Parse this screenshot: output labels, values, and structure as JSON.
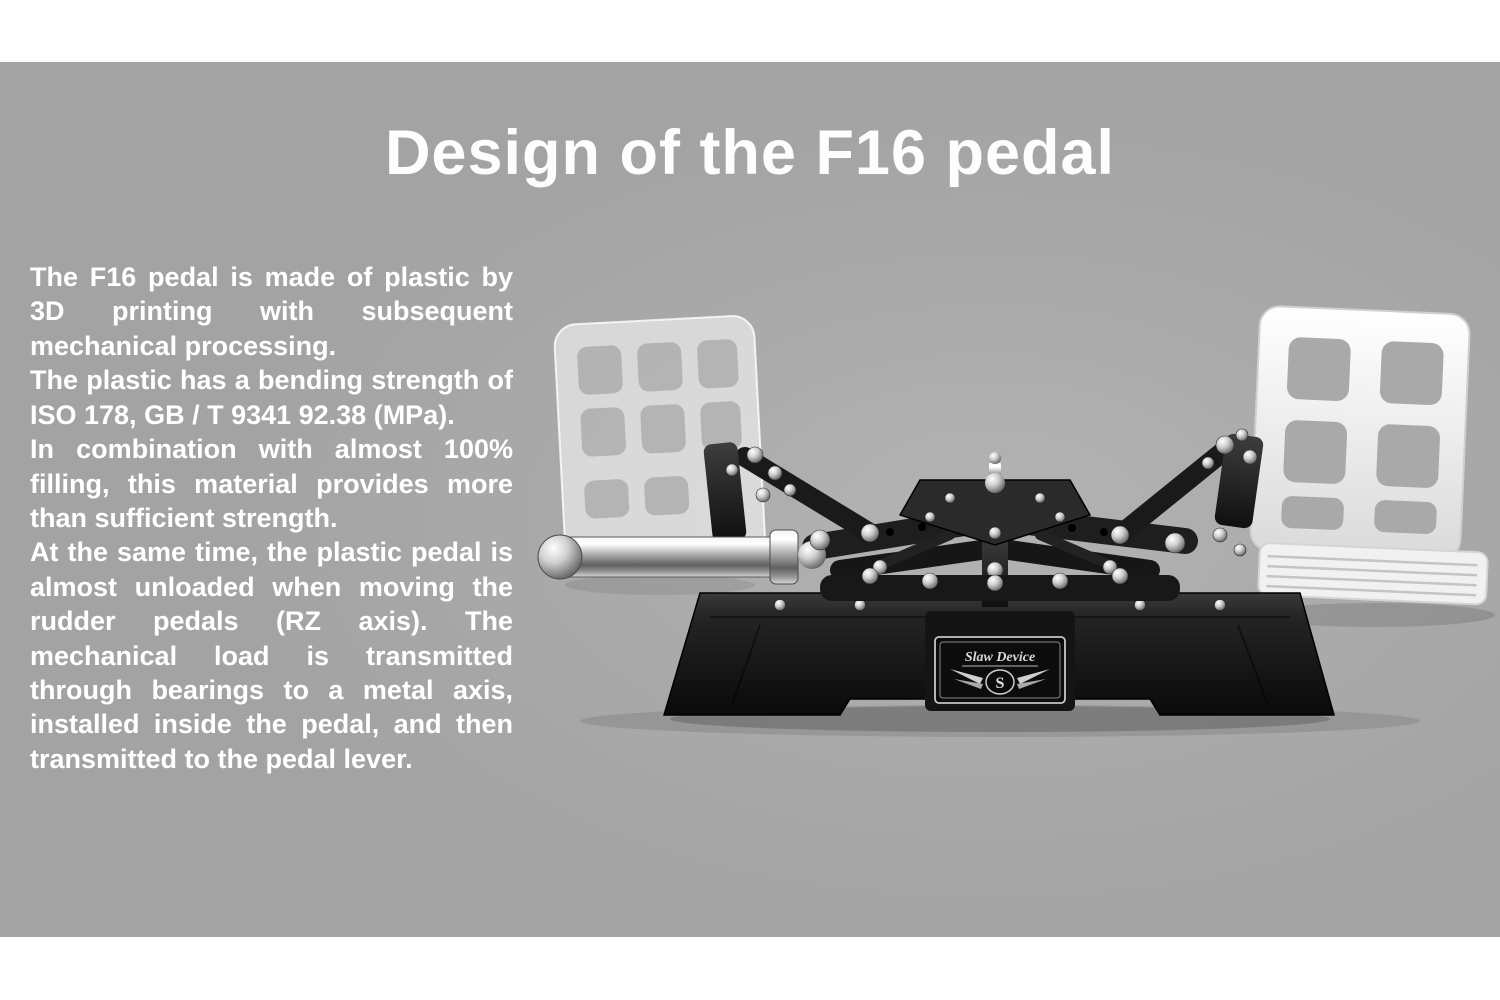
{
  "slide": {
    "title": "Design of the F16 pedal",
    "paragraphs": [
      "The F16 pedal is made of plastic by 3D printing with subsequent mechanical processing.",
      "The plastic has a bending strength of ISO 178, GB / T 9341 92.38 (MPa).",
      "In combination with almost 100% filling, this material provides more than sufficient strength.",
      "At the same time, the plastic pedal is almost unloaded when moving the rudder pedals (RZ axis). The mechanical load is transmitted through bearings to a metal axis, installed inside the pedal, and then transmitted to the pedal lever."
    ],
    "device": {
      "logo_brand": "Slaw Device",
      "logo_monogram": "S"
    },
    "colors": {
      "background_gray": "#a9a9a9",
      "band_white": "#ffffff",
      "text_white": "#ffffff",
      "device_black": "#151515",
      "chrome": "#cfcfcf"
    }
  }
}
